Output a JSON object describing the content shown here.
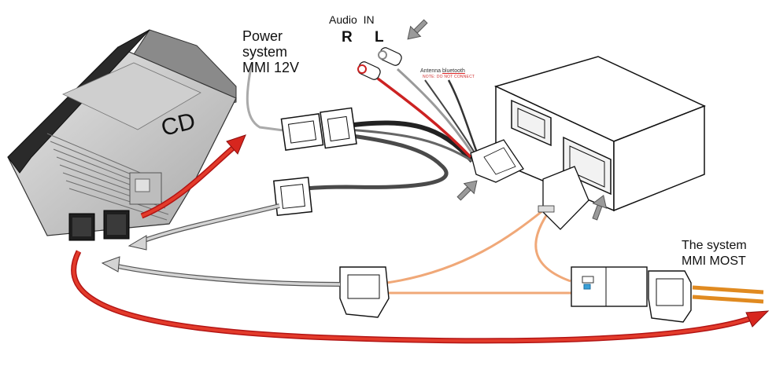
{
  "labels": {
    "power_line1": "Power",
    "power_line2": "system",
    "power_line3": "MMI 12V",
    "audio_in": "Audio  IN",
    "audio_r": "R",
    "audio_l": "L",
    "antenna_prefix": "Antenna ",
    "antenna_bluetooth": "bluetooth",
    "antenna_note": "NOTE: DO NOT CONNECT",
    "cd": "CD",
    "system_line1": "The system",
    "system_line2": "MMI MOST"
  },
  "colors": {
    "red_arrow": "#d7261e",
    "gray_arrow": "#c8c8c8",
    "fiber": "#f0a878",
    "fiber_orange": "#e08a20",
    "cable_black": "#222222",
    "cable_gray": "#555555",
    "red_wire": "#cc2222"
  },
  "icons": {
    "pointer_arrows": "gray-pointer-arrow"
  }
}
